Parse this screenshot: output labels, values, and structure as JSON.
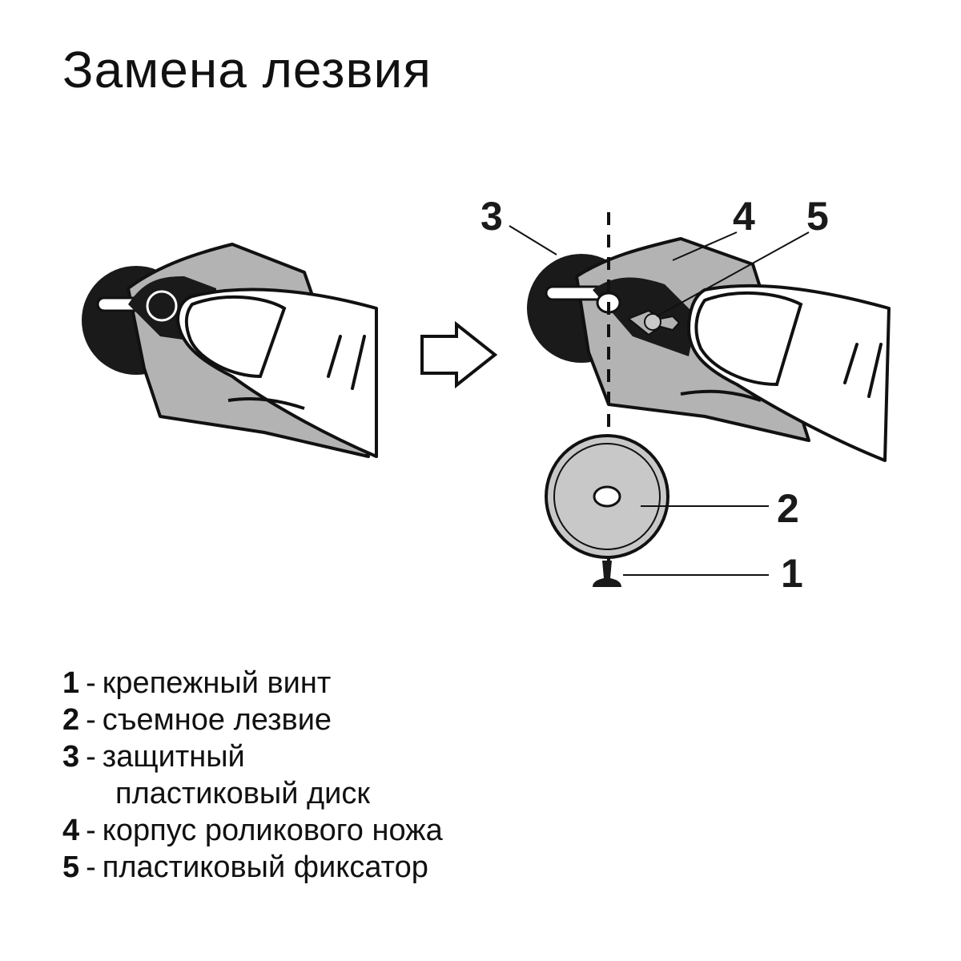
{
  "title": "Замена лезвия",
  "callouts": [
    "3",
    "4",
    "5",
    "2",
    "1"
  ],
  "legend": [
    {
      "num": "1",
      "sep": "-",
      "text": "крепежный винт"
    },
    {
      "num": "2",
      "sep": "-",
      "text": "съемное лезвие"
    },
    {
      "num": "3",
      "sep": "-",
      "text": "защитный",
      "cont": "пластиковый диск"
    },
    {
      "num": "4",
      "sep": "-",
      "text": "корпус роликового ножа"
    },
    {
      "num": "5",
      "sep": "-",
      "text": "пластиковый фиксатор"
    }
  ],
  "colors": {
    "ink": "#111111",
    "body_gray": "#b3b3b3",
    "blade_gray": "#c8c8c8",
    "disc_dark": "#1a1a1a"
  }
}
